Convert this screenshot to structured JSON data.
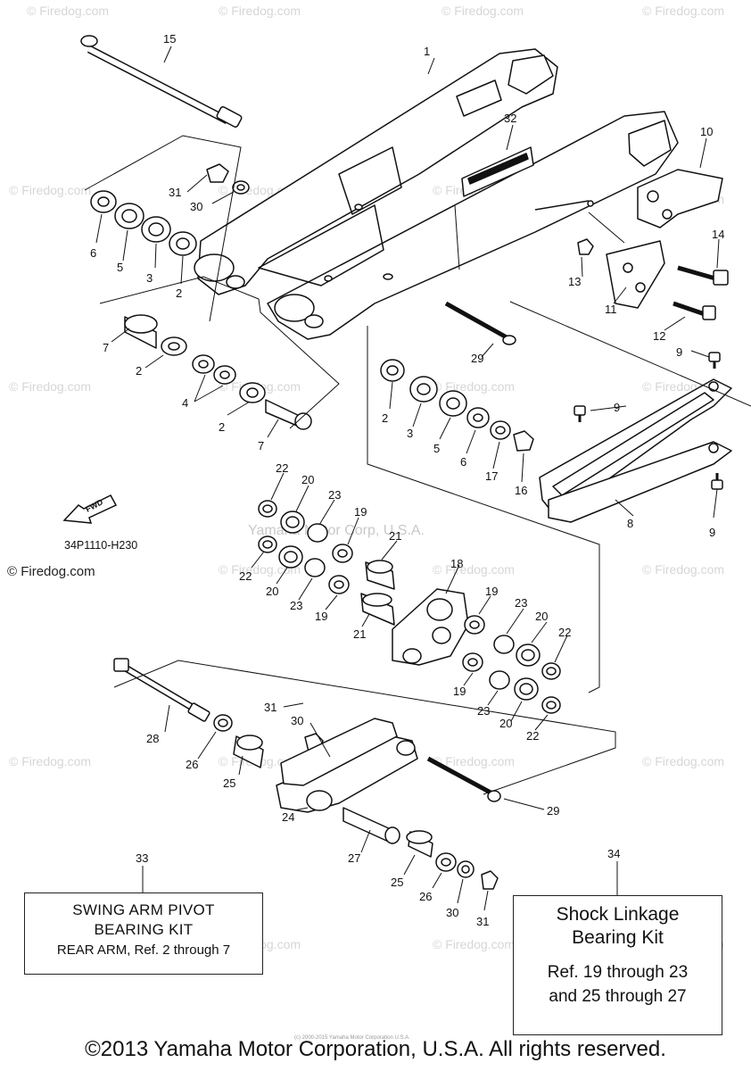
{
  "watermark": "© Firedog.com",
  "center_watermark": "Yamaha Motor Corp, U.S.A.",
  "part_code": "34P1110-H230",
  "fwd_label": "FWD",
  "firedog_logo": "© Firedog.com",
  "callouts": [
    "1",
    "2",
    "3",
    "4",
    "5",
    "6",
    "7",
    "8",
    "9",
    "10",
    "11",
    "12",
    "13",
    "14",
    "15",
    "16",
    "17",
    "18",
    "19",
    "20",
    "21",
    "22",
    "23",
    "24",
    "25",
    "26",
    "27",
    "28",
    "29",
    "30",
    "31",
    "32",
    "33",
    "34"
  ],
  "kit33": {
    "number": "33",
    "line1": "SWING ARM PIVOT",
    "line2": "BEARING KIT",
    "line3": "REAR ARM, Ref. 2 through 7"
  },
  "kit34": {
    "number": "34",
    "line1": "Shock Linkage",
    "line2": "Bearing Kit",
    "line3": "Ref. 19 through 23",
    "line4": "and 25 through 27"
  },
  "tiny_text": "(c) 2000-2015 Yamaha Motor Corporation U.S.A.",
  "copyright": "©2013 Yamaha Motor Corporation, U.S.A. All rights reserved."
}
